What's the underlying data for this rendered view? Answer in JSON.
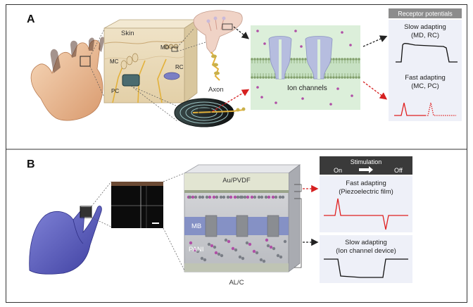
{
  "panel_a": {
    "letter": "A",
    "skin_label": "Skin",
    "md_label": "MD",
    "mc_label": "MC",
    "rc_label": "RC",
    "pc_label": "PC",
    "axon_label": "Axon",
    "ion_channels_label": "Ion channels",
    "receptor_header": "Receptor potentials",
    "slow_title_1": "Slow adapting",
    "slow_title_2": "(MD, RC)",
    "fast_title_1": "Fast adapting",
    "fast_title_2": "(MC, PC)"
  },
  "panel_b": {
    "letter": "B",
    "layer_top": "Au/PVDF",
    "layer_mb": "MB",
    "layer_pani": "PANI",
    "layer_bottom": "AL/C",
    "stimulation_header": "Stimulation",
    "stim_on": "On",
    "stim_off": "Off",
    "fast_title_1": "Fast adapting",
    "fast_title_2": "(Piezoelectric film)",
    "slow_title_1": "Slow adapting",
    "slow_title_2": "(Ion channel device)"
  },
  "colors": {
    "frame": "#333333",
    "header_bg": "#8c8c8c",
    "stim_bg": "#3a3a3a",
    "trace_black": "#111111",
    "trace_red": "#e02020",
    "arrow_red": "#d62020",
    "membrane_green": "#d8efd6",
    "channel_blue": "#aeb7d8",
    "glove_blue": "#5c5fc0",
    "skin_tan": "#f2c9a3",
    "cube_gray": "#c9cbcf",
    "mb_band": "#7d8bc4"
  }
}
